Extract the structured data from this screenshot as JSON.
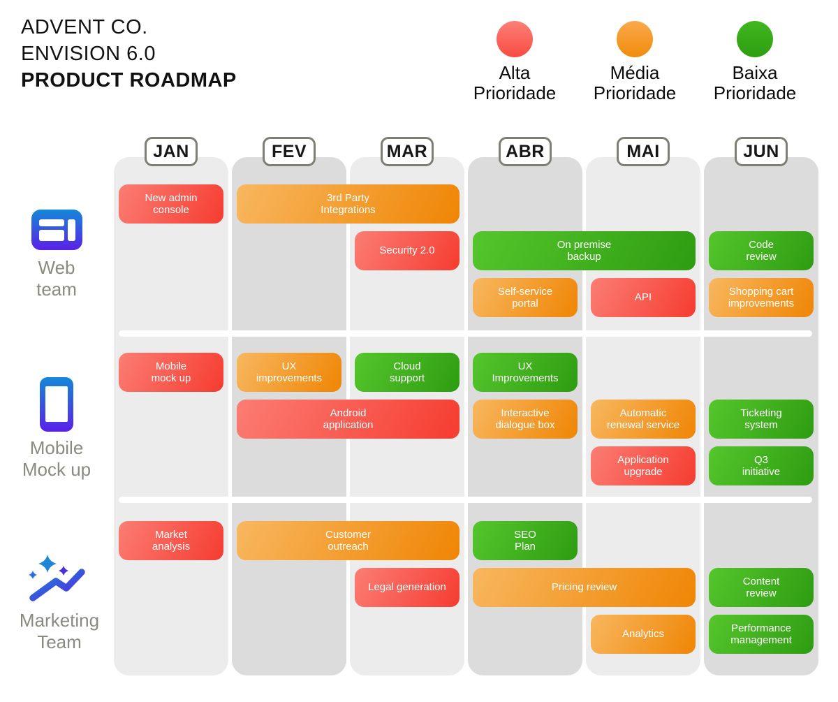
{
  "header": {
    "line1": "ADVENT CO.",
    "line2": "ENVISION 6.0",
    "line3": "PRODUCT ROADMAP"
  },
  "legend": [
    {
      "label": "Alta\nPrioridade",
      "priority": "alta",
      "dot_from": "#fb8078",
      "dot_to": "#f94b41"
    },
    {
      "label": "Média\nPrioridade",
      "priority": "media",
      "dot_from": "#f9a94c",
      "dot_to": "#f18c0c"
    },
    {
      "label": "Baixa\nPrioridade",
      "priority": "baixa",
      "dot_from": "#40b71f",
      "dot_to": "#2f9e12"
    }
  ],
  "months": [
    "JAN",
    "FEV",
    "MAR",
    "ABR",
    "MAI",
    "JUN"
  ],
  "teams": [
    {
      "name": "Web\nteam",
      "icon": "browser-layout-icon"
    },
    {
      "name": "Mobile\nMock up",
      "icon": "smartphone-icon"
    },
    {
      "name": "Marketing\nTeam",
      "icon": "sparkline-stars-icon"
    }
  ],
  "priority_colors": {
    "alta": {
      "from": "#fb7d74",
      "to": "#f63c30"
    },
    "media": {
      "from": "#f8b75f",
      "to": "#ef8504"
    },
    "baixa": {
      "from": "#55c62c",
      "to": "#2e9c11"
    }
  },
  "tasks": [
    {
      "label": "New admin\nconsole",
      "team": 0,
      "row": 0,
      "start": 0,
      "span": 1,
      "priority": "alta"
    },
    {
      "label": "3rd Party\nIntegrations",
      "team": 0,
      "row": 0,
      "start": 1,
      "span": 2,
      "priority": "media"
    },
    {
      "label": "Security 2.0",
      "team": 0,
      "row": 1,
      "start": 2,
      "span": 1,
      "priority": "alta"
    },
    {
      "label": "On premise\nbackup",
      "team": 0,
      "row": 1,
      "start": 3,
      "span": 2,
      "priority": "baixa"
    },
    {
      "label": "Code\nreview",
      "team": 0,
      "row": 1,
      "start": 5,
      "span": 1,
      "priority": "baixa"
    },
    {
      "label": "Self-service\nportal",
      "team": 0,
      "row": 2,
      "start": 3,
      "span": 1,
      "priority": "media"
    },
    {
      "label": "API",
      "team": 0,
      "row": 2,
      "start": 4,
      "span": 1,
      "priority": "alta"
    },
    {
      "label": "Shopping cart\nimprovements",
      "team": 0,
      "row": 2,
      "start": 5,
      "span": 1,
      "priority": "media"
    },
    {
      "label": "Mobile\nmock up",
      "team": 1,
      "row": 0,
      "start": 0,
      "span": 1,
      "priority": "alta"
    },
    {
      "label": "UX\nimprovements",
      "team": 1,
      "row": 0,
      "start": 1,
      "span": 1,
      "priority": "media"
    },
    {
      "label": "Cloud\nsupport",
      "team": 1,
      "row": 0,
      "start": 2,
      "span": 1,
      "priority": "baixa"
    },
    {
      "label": "UX\nImprovements",
      "team": 1,
      "row": 0,
      "start": 3,
      "span": 1,
      "priority": "baixa"
    },
    {
      "label": "Android\napplication",
      "team": 1,
      "row": 1,
      "start": 1,
      "span": 2,
      "priority": "alta"
    },
    {
      "label": "Interactive\ndialogue box",
      "team": 1,
      "row": 1,
      "start": 3,
      "span": 1,
      "priority": "media"
    },
    {
      "label": "Automatic\nrenewal service",
      "team": 1,
      "row": 1,
      "start": 4,
      "span": 1,
      "priority": "media"
    },
    {
      "label": "Ticketing\nsystem",
      "team": 1,
      "row": 1,
      "start": 5,
      "span": 1,
      "priority": "baixa"
    },
    {
      "label": "Application\nupgrade",
      "team": 1,
      "row": 2,
      "start": 4,
      "span": 1,
      "priority": "alta"
    },
    {
      "label": "Q3\ninitiative",
      "team": 1,
      "row": 2,
      "start": 5,
      "span": 1,
      "priority": "baixa"
    },
    {
      "label": "Market\nanalysis",
      "team": 2,
      "row": 0,
      "start": 0,
      "span": 1,
      "priority": "alta"
    },
    {
      "label": "Customer\noutreach",
      "team": 2,
      "row": 0,
      "start": 1,
      "span": 2,
      "priority": "media"
    },
    {
      "label": "SEO\nPlan",
      "team": 2,
      "row": 0,
      "start": 3,
      "span": 1,
      "priority": "baixa"
    },
    {
      "label": "Legal generation",
      "team": 2,
      "row": 1,
      "start": 2,
      "span": 1,
      "priority": "alta"
    },
    {
      "label": "Pricing review",
      "team": 2,
      "row": 1,
      "start": 3,
      "span": 2,
      "priority": "media"
    },
    {
      "label": "Content\nreview",
      "team": 2,
      "row": 1,
      "start": 5,
      "span": 1,
      "priority": "baixa"
    },
    {
      "label": "Analytics",
      "team": 2,
      "row": 2,
      "start": 4,
      "span": 1,
      "priority": "media"
    },
    {
      "label": "Performance\nmanagement",
      "team": 2,
      "row": 2,
      "start": 5,
      "span": 1,
      "priority": "baixa"
    }
  ]
}
